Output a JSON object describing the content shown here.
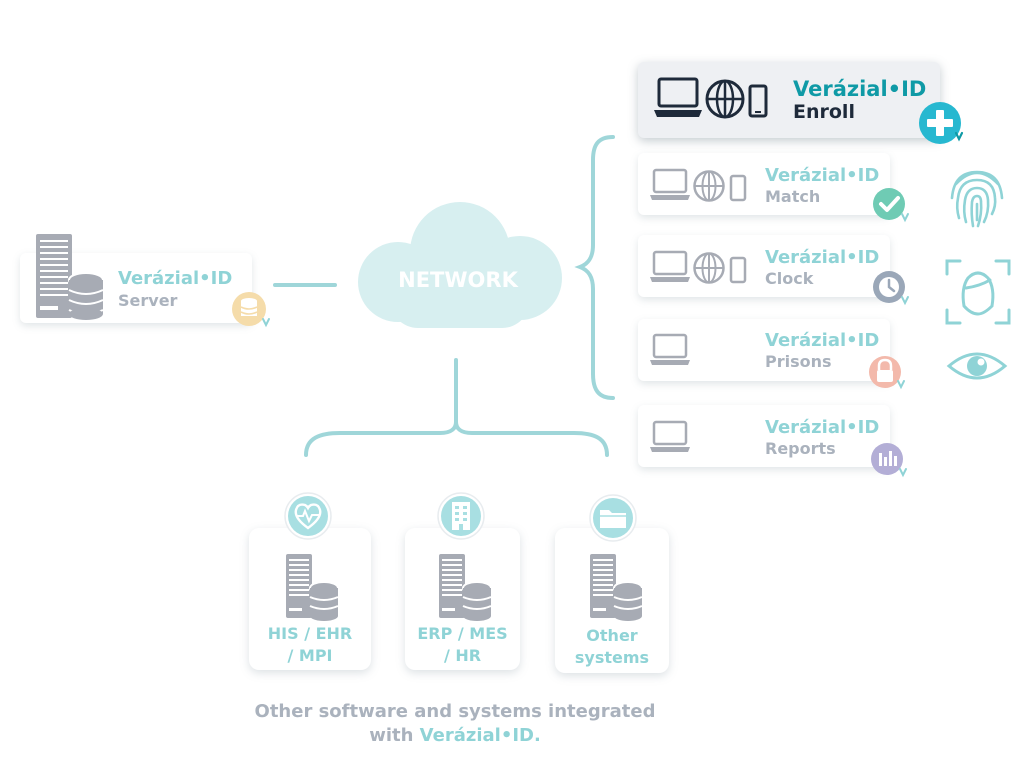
{
  "server": {
    "brand": "Verázial•ID",
    "label": "Server"
  },
  "network": {
    "label": "NETWORK"
  },
  "apps": [
    {
      "brand": "Verázial•ID",
      "label": "Enroll",
      "badge": "plus-icon"
    },
    {
      "brand": "Verázial•ID",
      "label": "Match",
      "badge": "check-icon"
    },
    {
      "brand": "Verázial•ID",
      "label": "Clock",
      "badge": "clock-icon"
    },
    {
      "brand": "Verázial•ID",
      "label": "Prisons",
      "badge": "lock-icon"
    },
    {
      "brand": "Verázial•ID",
      "label": "Reports",
      "badge": "bar-chart-icon"
    }
  ],
  "biometrics": [
    "fingerprint-icon",
    "face-scan-icon",
    "eye-icon"
  ],
  "systems": [
    {
      "label": "HIS / EHR\n/ MPI",
      "icon": "heart-pulse-icon"
    },
    {
      "label": "ERP / MES\n/ HR",
      "icon": "building-icon"
    },
    {
      "label": "Other\nsystems",
      "icon": "folder-icon"
    }
  ],
  "caption": {
    "line1": "Other software and systems integrated",
    "line2_prefix": "with ",
    "line2_brand": "Verázial•ID."
  },
  "colors": {
    "teal": "#8fd3d6",
    "teal_dark": "#0f9aa6",
    "grey": "#aab2bd",
    "navy": "#1e2a3a",
    "line": "#9fd6d9"
  }
}
